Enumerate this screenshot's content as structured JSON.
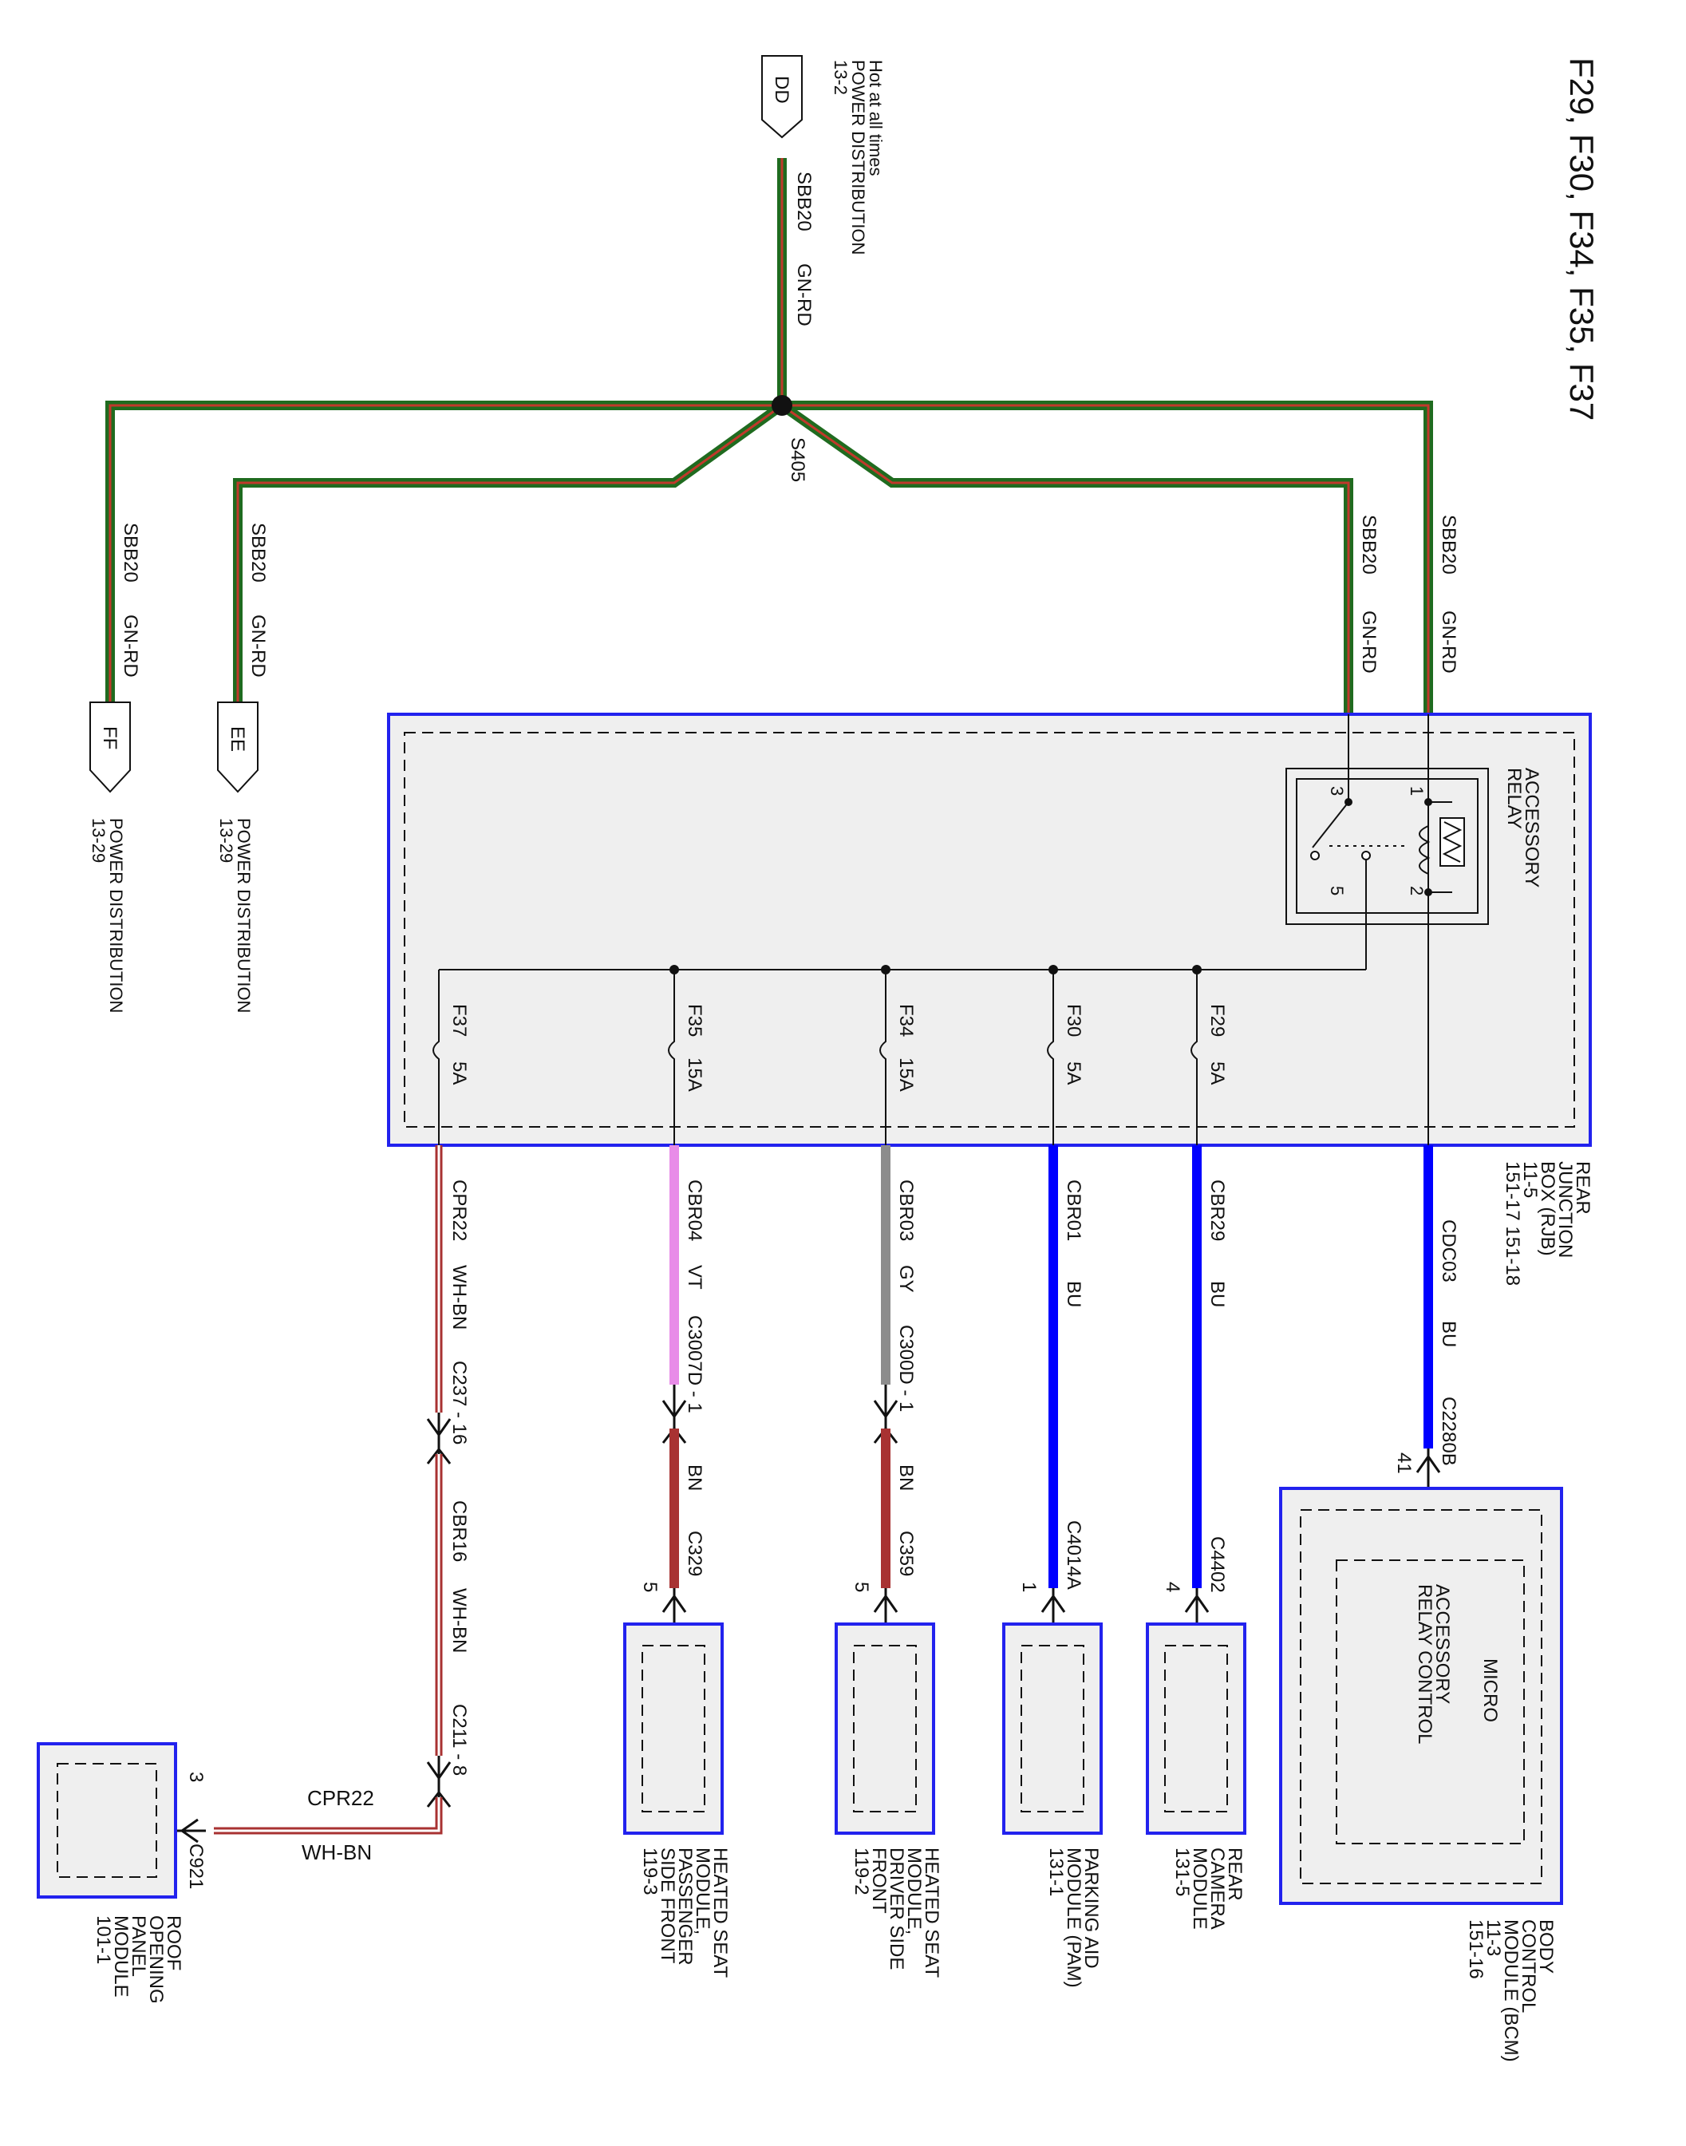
{
  "title": "F29, F30, F34, F35, F37",
  "colors": {
    "wire_green": "#1f6b1f",
    "wire_red_stripe": "#c0392b",
    "wire_blue": "#0000ff",
    "wire_gray": "#8c8c8c",
    "wire_violet": "#e88be8",
    "wire_brown": "#a83232",
    "wire_white": "#ffffff",
    "module_border": "#2222ee",
    "module_fill": "#efefef",
    "line": "#111111"
  },
  "feed": {
    "connector": "DD",
    "note": "Hot at all times",
    "dest_name": "POWER DISTRIBUTION",
    "dest_page": "13-2",
    "circuit": "SBB20",
    "color": "GN-RD"
  },
  "splice": {
    "label": "S405"
  },
  "branches": [
    {
      "circuit": "SBB20",
      "color": "GN-RD",
      "connector": "FF",
      "dest_name": "POWER DISTRIBUTION",
      "dest_page": "13-29"
    },
    {
      "circuit": "SBB20",
      "color": "GN-RD",
      "connector": "EE",
      "dest_name": "POWER DISTRIBUTION",
      "dest_page": "13-29"
    },
    {
      "circuit": "SBB20",
      "color": "GN-RD"
    },
    {
      "circuit": "SBB20",
      "color": "GN-RD"
    }
  ],
  "rjb": {
    "name_lines": [
      "REAR",
      "JUNCTION",
      "BOX (RJB)",
      "11-5"
    ],
    "pages": "151-17  151-18",
    "relay_lines": [
      "ACCESSORY",
      "RELAY"
    ],
    "relay_pins": [
      "1",
      "2",
      "3",
      "5"
    ]
  },
  "fuses": [
    {
      "id": "F29",
      "rating": "5A"
    },
    {
      "id": "F30",
      "rating": "5A"
    },
    {
      "id": "F34",
      "rating": "15A"
    },
    {
      "id": "F35",
      "rating": "15A"
    },
    {
      "id": "F37",
      "rating": "5A"
    }
  ],
  "circuits": {
    "bcm": {
      "circuit": "CDC03",
      "color": "BU",
      "connector": "C2280B",
      "pin": "41"
    },
    "camera": {
      "circuit": "CBR29",
      "color": "BU",
      "connector": "C4402",
      "pin": "4"
    },
    "pam": {
      "circuit": "CBR01",
      "color": "BU",
      "connector": "C4014A",
      "pin": "1"
    },
    "driver": {
      "circuit": "CBR03",
      "color": "GY",
      "inline": "C300D - 1",
      "color2": "BN",
      "connector": "C359",
      "pin": "5"
    },
    "passenger": {
      "circuit": "CBR04",
      "color": "VT",
      "inline": "C3007D - 1",
      "color2": "BN",
      "connector": "C329",
      "pin": "5"
    },
    "roof": {
      "circuit": "CPR22",
      "color": "WH-BN",
      "inline1": "C237 - 16",
      "circuit2": "CBR16",
      "color2": "WH-BN",
      "inline2": "C211 - 8",
      "circuit3": "CPR22",
      "color3": "WH-BN",
      "connector": "C921",
      "pin": "3"
    }
  },
  "modules": {
    "bcm": {
      "lines": [
        "BODY",
        "CONTROL",
        "MODULE (BCM)",
        "11-3",
        "151-16"
      ],
      "inner_lines": [
        "MICRO",
        "ACCESSORY",
        "RELAY CONTROL"
      ]
    },
    "camera": {
      "lines": [
        "REAR",
        "CAMERA",
        "MODULE",
        "131-5"
      ]
    },
    "pam": {
      "lines": [
        "PARKING AID",
        "MODULE (PAM)",
        "131-1"
      ]
    },
    "driver": {
      "lines": [
        "HEATED SEAT",
        "MODULE,",
        "DRIVER SIDE",
        "FRONT",
        "119-2"
      ]
    },
    "passenger": {
      "lines": [
        "HEATED SEAT",
        "MODULE,",
        "PASSENGER",
        "SIDE FRONT",
        "119-3"
      ]
    },
    "roof": {
      "lines": [
        "ROOF",
        "OPENING",
        "PANEL",
        "MODULE",
        "101-1"
      ]
    }
  }
}
